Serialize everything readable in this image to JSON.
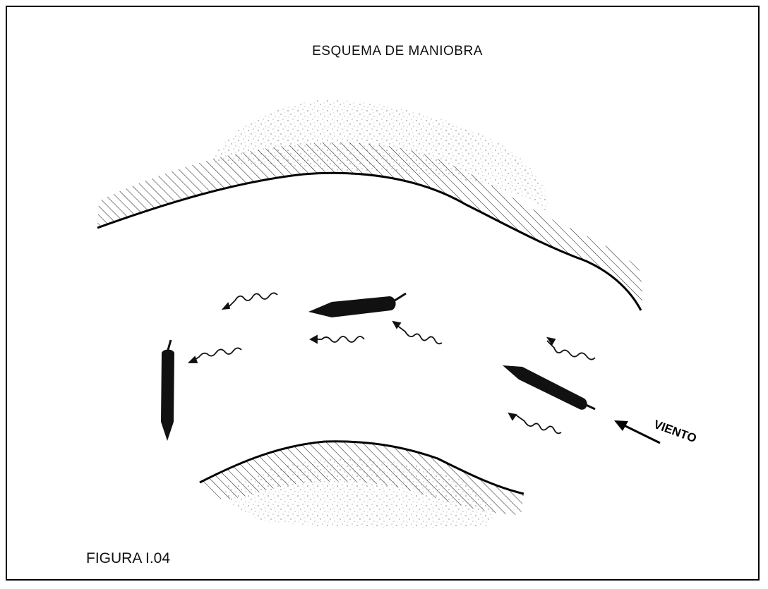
{
  "title": "ESQUEMA DE MANIOBRA",
  "caption": "FIGURA I.04",
  "wind_label": "VIENTO"
}
